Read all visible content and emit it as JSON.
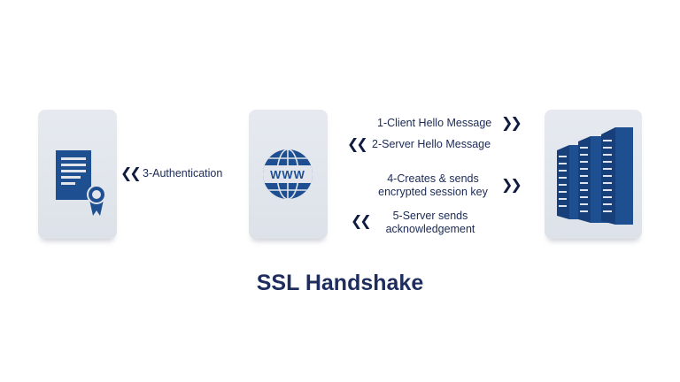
{
  "title": "SSL Handshake",
  "nodes": {
    "certificate": {
      "icon": "certificate-icon"
    },
    "browser": {
      "icon": "www-globe-icon",
      "globe_text": "WWW"
    },
    "server": {
      "icon": "server-rack-icon"
    }
  },
  "steps": [
    {
      "label": "1-Client Hello Message",
      "direction": "right"
    },
    {
      "label": "2-Server Hello Message",
      "direction": "left"
    },
    {
      "label": "3-Authentication",
      "direction": "left"
    },
    {
      "label_line1": "4-Creates & sends",
      "label_line2": "encrypted session key",
      "direction": "right"
    },
    {
      "label_line1": "5-Server sends",
      "label_line2": "acknowledgement",
      "direction": "left"
    }
  ],
  "arrows": {
    "right": "❯❯",
    "left": "❮❮"
  },
  "colors": {
    "accent": "#1d4f91",
    "dark": "#1b2a55",
    "card": "#e2e6ec"
  }
}
